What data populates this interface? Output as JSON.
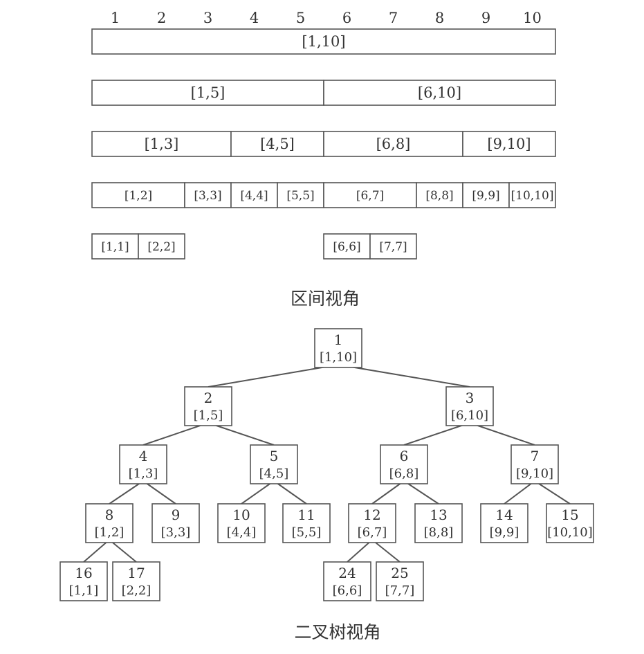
{
  "interval_view": {
    "caption": "区间视角",
    "axis_labels": [
      "1",
      "2",
      "3",
      "4",
      "5",
      "6",
      "7",
      "8",
      "9",
      "10"
    ],
    "rows": [
      [
        {
          "label": "[1,10]",
          "from": 1,
          "to": 10
        }
      ],
      [
        {
          "label": "[1,5]",
          "from": 1,
          "to": 5
        },
        {
          "label": "[6,10]",
          "from": 6,
          "to": 10
        }
      ],
      [
        {
          "label": "[1,3]",
          "from": 1,
          "to": 3
        },
        {
          "label": "[4,5]",
          "from": 4,
          "to": 5
        },
        {
          "label": "[6,8]",
          "from": 6,
          "to": 8
        },
        {
          "label": "[9,10]",
          "from": 9,
          "to": 10
        }
      ],
      [
        {
          "label": "[1,2]",
          "from": 1,
          "to": 2
        },
        {
          "label": "[3,3]",
          "from": 3,
          "to": 3
        },
        {
          "label": "[4,4]",
          "from": 4,
          "to": 4
        },
        {
          "label": "[5,5]",
          "from": 5,
          "to": 5
        },
        {
          "label": "[6,7]",
          "from": 6,
          "to": 7
        },
        {
          "label": "[8,8]",
          "from": 8,
          "to": 8
        },
        {
          "label": "[9,9]",
          "from": 9,
          "to": 9
        },
        {
          "label": "[10,10]",
          "from": 10,
          "to": 10
        }
      ],
      [
        {
          "label": "[1,1]",
          "from": 1,
          "to": 1
        },
        {
          "label": "[2,2]",
          "from": 2,
          "to": 2
        },
        {
          "label": "[6,6]",
          "from": 6,
          "to": 6
        },
        {
          "label": "[7,7]",
          "from": 7,
          "to": 7
        }
      ]
    ]
  },
  "tree_view": {
    "caption": "二叉树视角",
    "nodes": [
      {
        "id": "1",
        "range": "[1,10]"
      },
      {
        "id": "2",
        "range": "[1,5]"
      },
      {
        "id": "3",
        "range": "[6,10]"
      },
      {
        "id": "4",
        "range": "[1,3]"
      },
      {
        "id": "5",
        "range": "[4,5]"
      },
      {
        "id": "6",
        "range": "[6,8]"
      },
      {
        "id": "7",
        "range": "[9,10]"
      },
      {
        "id": "8",
        "range": "[1,2]"
      },
      {
        "id": "9",
        "range": "[3,3]"
      },
      {
        "id": "10",
        "range": "[4,4]"
      },
      {
        "id": "11",
        "range": "[5,5]"
      },
      {
        "id": "12",
        "range": "[6,7]"
      },
      {
        "id": "13",
        "range": "[8,8]"
      },
      {
        "id": "14",
        "range": "[9,9]"
      },
      {
        "id": "15",
        "range": "[10,10]"
      },
      {
        "id": "16",
        "range": "[1,1]"
      },
      {
        "id": "17",
        "range": "[2,2]"
      },
      {
        "id": "24",
        "range": "[6,6]"
      },
      {
        "id": "25",
        "range": "[7,7]"
      }
    ],
    "edges": [
      [
        "1",
        "2"
      ],
      [
        "1",
        "3"
      ],
      [
        "2",
        "4"
      ],
      [
        "2",
        "5"
      ],
      [
        "3",
        "6"
      ],
      [
        "3",
        "7"
      ],
      [
        "4",
        "8"
      ],
      [
        "4",
        "9"
      ],
      [
        "5",
        "10"
      ],
      [
        "5",
        "11"
      ],
      [
        "6",
        "12"
      ],
      [
        "6",
        "13"
      ],
      [
        "7",
        "14"
      ],
      [
        "7",
        "15"
      ],
      [
        "8",
        "16"
      ],
      [
        "8",
        "17"
      ],
      [
        "12",
        "24"
      ],
      [
        "12",
        "25"
      ]
    ]
  }
}
